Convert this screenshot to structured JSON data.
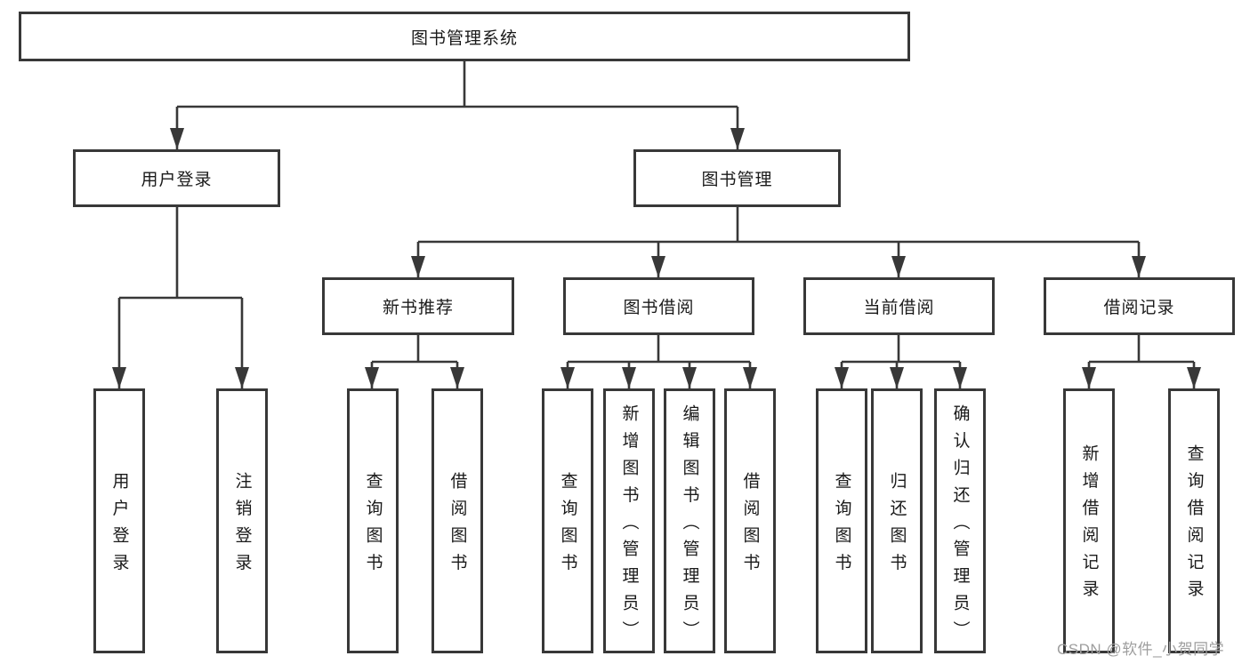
{
  "diagram": {
    "type": "tree",
    "colors": {
      "line": "#383838",
      "box_border": "#383838",
      "text": "#1a1a1a",
      "watermark": "#9e9e9e",
      "background": "#ffffff"
    },
    "nodes": {
      "root": {
        "label": "图书管理系统"
      },
      "user_login": {
        "label": "用户登录",
        "children": [
          {
            "label": "用户登录"
          },
          {
            "label": "注销登录"
          }
        ]
      },
      "book_mgmt": {
        "label": "图书管理",
        "children": [
          {
            "label": "新书推荐",
            "children": [
              {
                "label": "查询图书"
              },
              {
                "label": "借阅图书"
              }
            ]
          },
          {
            "label": "图书借阅",
            "children": [
              {
                "label": "查询图书"
              },
              {
                "label": "新增图书（管理员）"
              },
              {
                "label": "编辑图书（管理员）"
              },
              {
                "label": "借阅图书"
              }
            ]
          },
          {
            "label": "当前借阅",
            "children": [
              {
                "label": "查询图书"
              },
              {
                "label": "归还图书"
              },
              {
                "label": "确认归还（管理员）"
              }
            ]
          },
          {
            "label": "借阅记录",
            "children": [
              {
                "label": "新增借阅记录"
              },
              {
                "label": "查询借阅记录"
              }
            ]
          }
        ]
      }
    },
    "watermark": {
      "text": "CSDN @软件_小贺同学"
    }
  }
}
